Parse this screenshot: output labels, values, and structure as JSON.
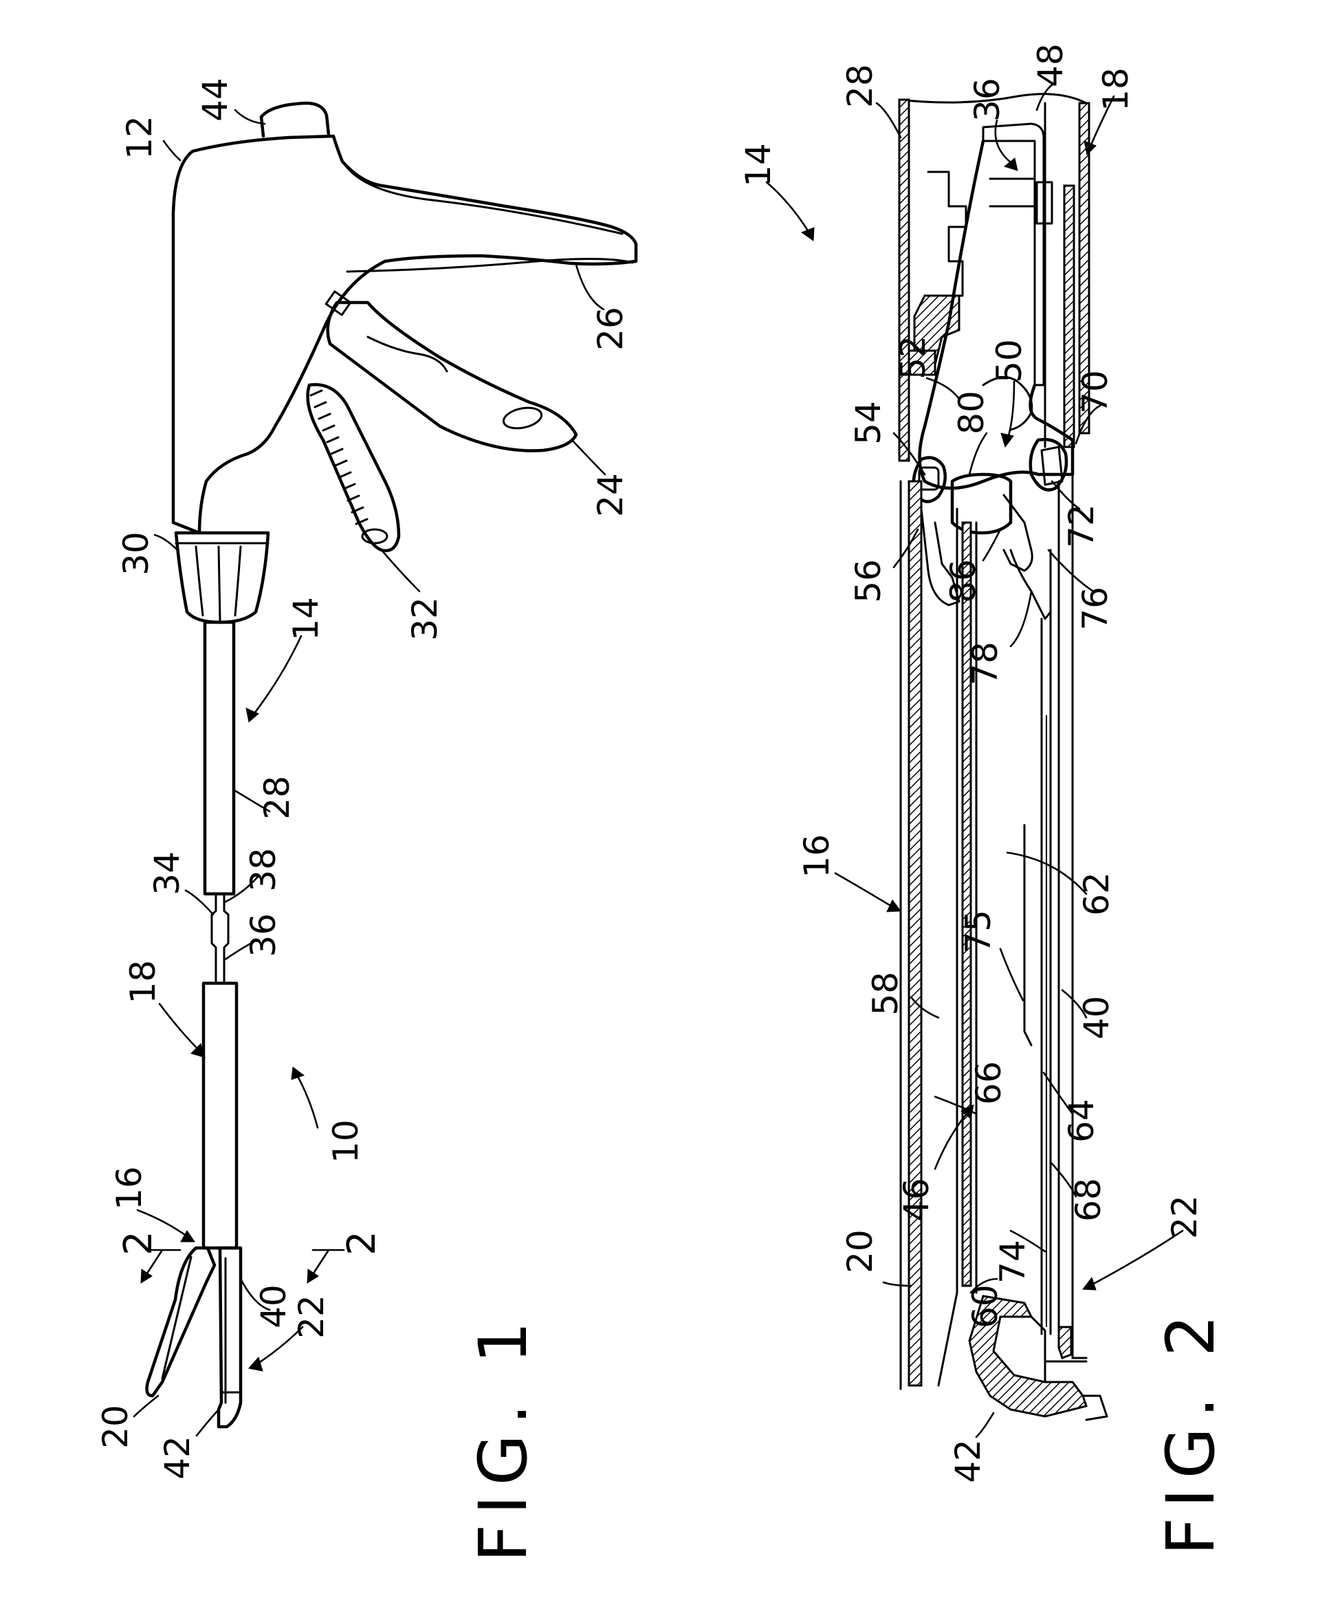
{
  "figures": [
    {
      "id": "fig1",
      "caption": "FIG. 1"
    },
    {
      "id": "fig2",
      "caption": "FIG. 2"
    }
  ],
  "fig1_labels": [
    "12",
    "44",
    "26",
    "24",
    "32",
    "30",
    "14",
    "28",
    "38",
    "34",
    "36",
    "18",
    "16",
    "10",
    "2",
    "2",
    "20",
    "40",
    "22",
    "42"
  ],
  "fig2_labels": [
    "28",
    "36",
    "48",
    "18",
    "14",
    "52",
    "50",
    "70",
    "54",
    "80",
    "72",
    "56",
    "86",
    "76",
    "78",
    "16",
    "58",
    "75",
    "62",
    "40",
    "66",
    "64",
    "46",
    "68",
    "20",
    "74",
    "22",
    "60",
    "42"
  ]
}
